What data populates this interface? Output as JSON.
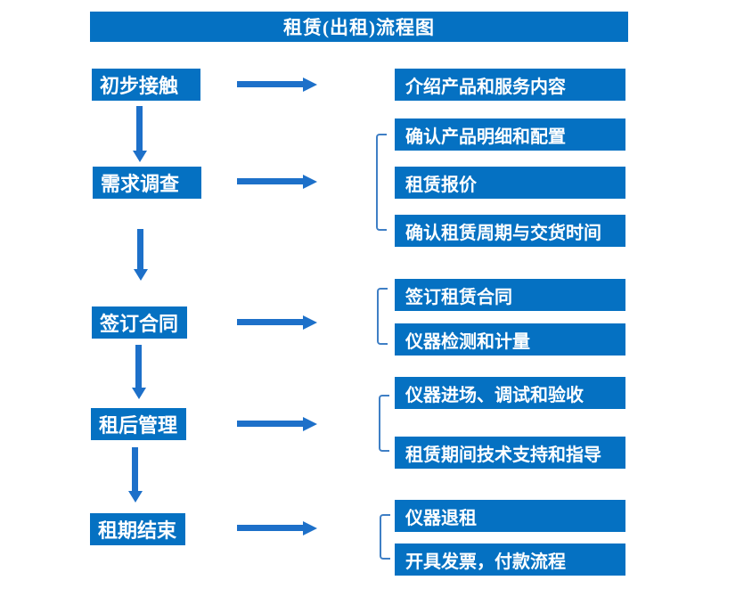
{
  "title": "租赁(出租)流程图",
  "colors": {
    "box": "#0571c2",
    "arrow": "#1d70c9",
    "bracket": "#3f7fc5",
    "text": "#ffffff",
    "background": "#ffffff"
  },
  "steps": [
    {
      "label": "初步接触",
      "details": [
        "介绍产品和服务内容"
      ]
    },
    {
      "label": "需求调查",
      "details": [
        "确认产品明细和配置",
        "租赁报价",
        "确认租赁周期与交货时间"
      ]
    },
    {
      "label": "签订合同",
      "details": [
        "签订租赁合同",
        "仪器检测和计量"
      ]
    },
    {
      "label": "租后管理",
      "details": [
        "仪器进场、调试和验收",
        "租赁期间技术支持和指导"
      ]
    },
    {
      "label": "租期结束",
      "details": [
        "仪器退租",
        "开具发票，付款流程"
      ]
    }
  ]
}
